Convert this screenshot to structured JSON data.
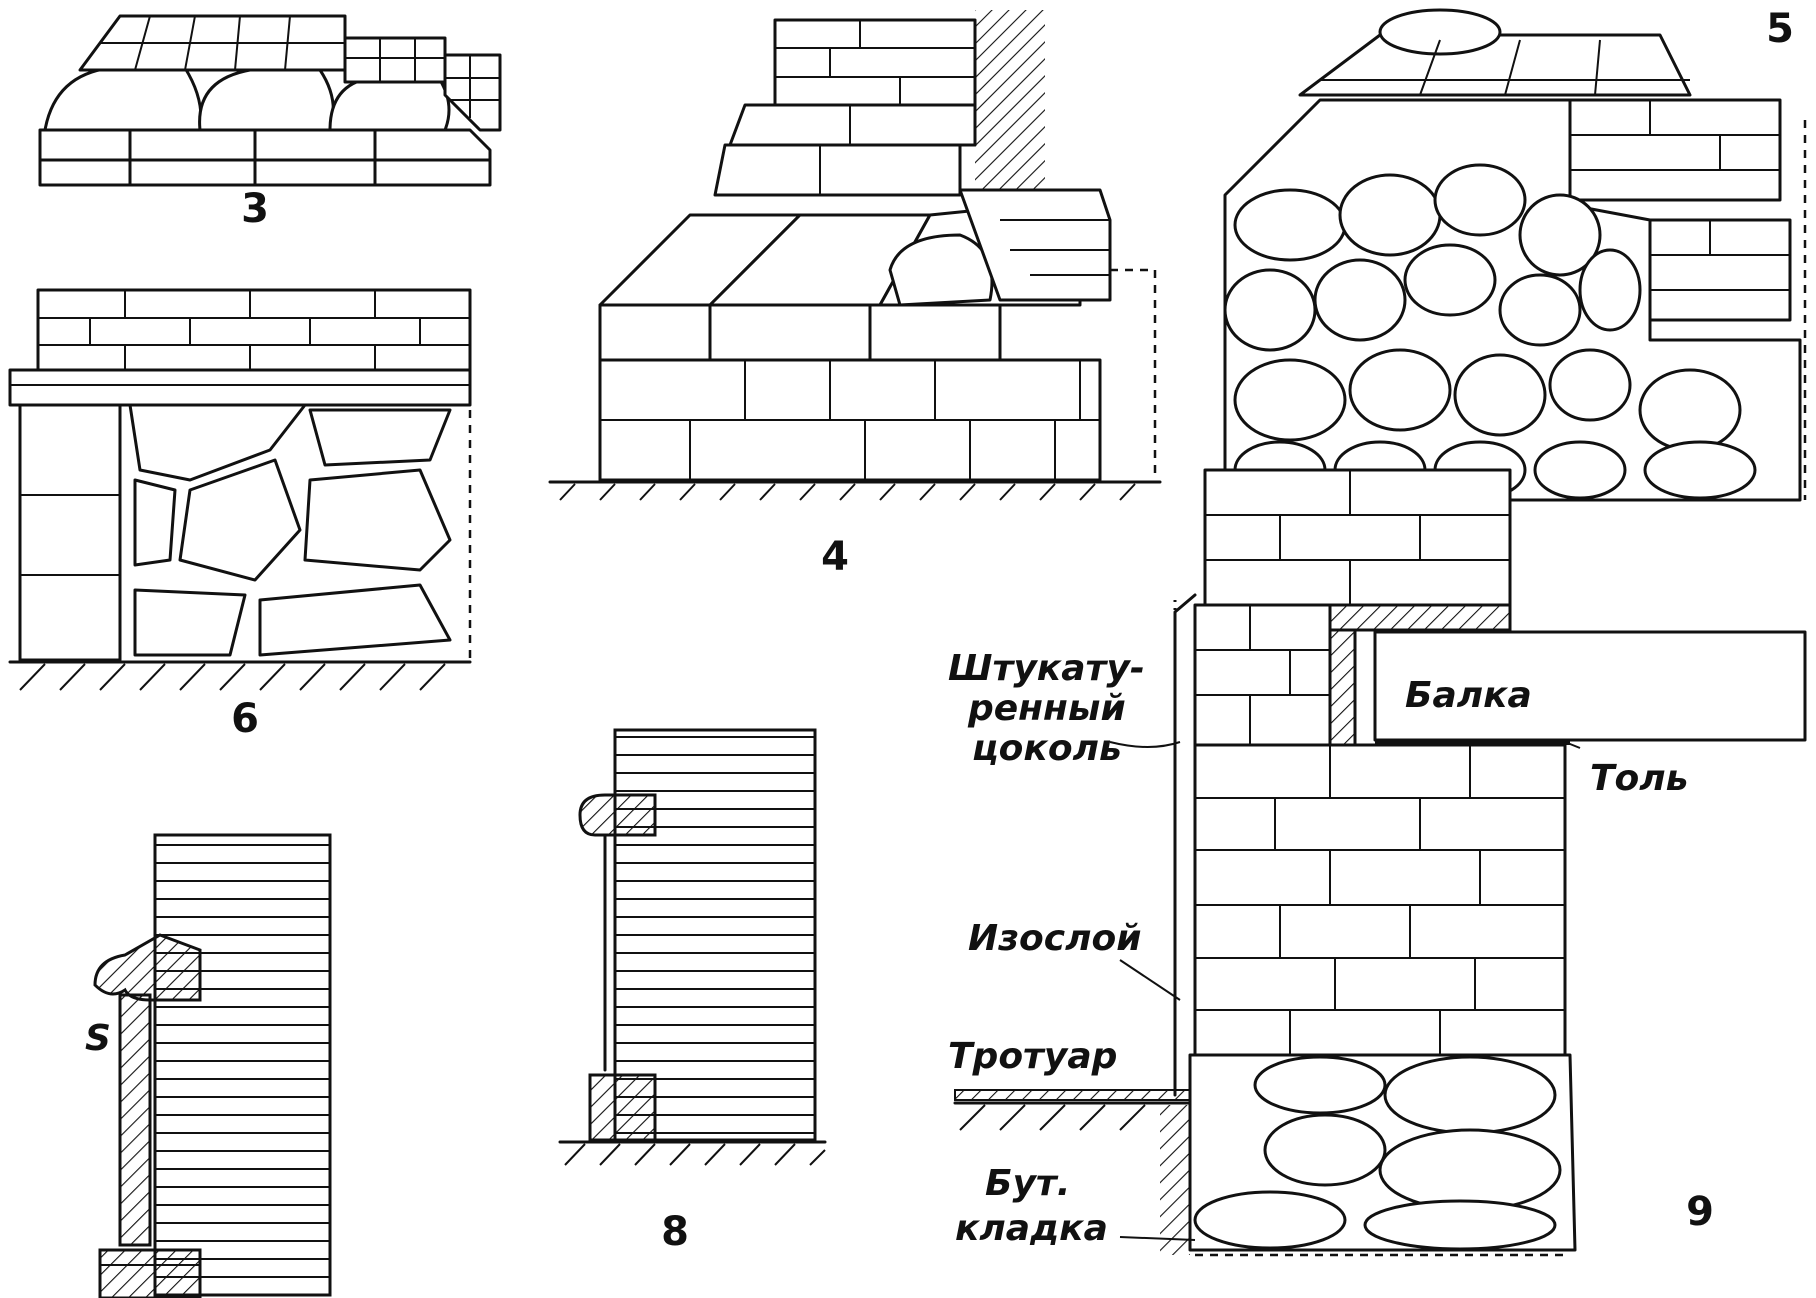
{
  "figure_numbers": {
    "fig3": "3",
    "fig4": "4",
    "fig5": "5",
    "fig6": "6",
    "fig8": "8",
    "fig9": "9"
  },
  "fig7_mark": "S",
  "fig9_labels": {
    "plinth_line1": "Штукату-",
    "plinth_line2": "ренный",
    "plinth_line3": "цоколь",
    "beam": "Балка",
    "tol": "Толь",
    "insulation": "Изослой",
    "sidewalk": "Тротуар",
    "rubble_line1": "Бут.",
    "rubble_line2": "кладка"
  }
}
